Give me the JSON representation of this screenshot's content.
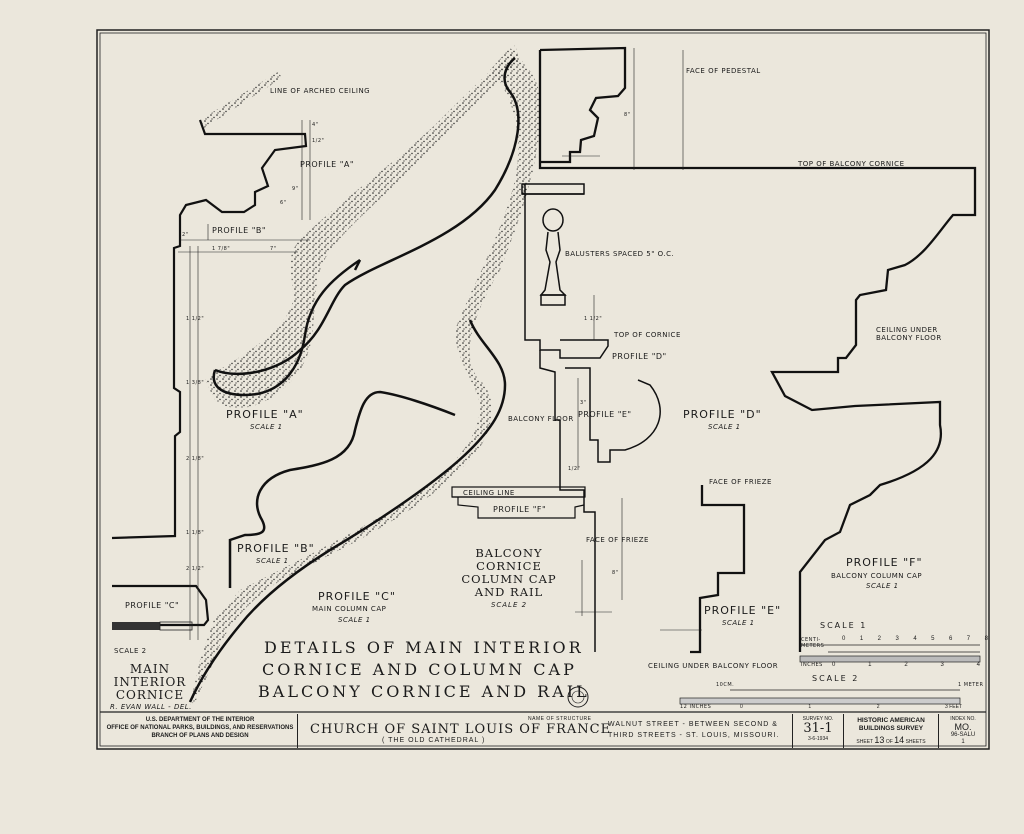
{
  "drawing": {
    "profile_labels": {
      "a_small": "PROFILE \"A\"",
      "b_small": "PROFILE \"B\"",
      "c_small": "PROFILE \"C\"",
      "d_small": "PROFILE \"D\"",
      "e_small": "PROFILE \"E\"",
      "f_small": "PROFILE \"F\"",
      "a_big": "PROFILE \"A\"",
      "b_big": "PROFILE \"B\"",
      "c_big": "PROFILE \"C\"",
      "d_big": "PROFILE \"D\"",
      "e_big": "PROFILE \"E\"",
      "f_big": "PROFILE \"F\""
    },
    "scale_notes": {
      "a": "SCALE 1",
      "b": "SCALE 1",
      "c": "SCALE 1",
      "d": "SCALE 1",
      "e": "SCALE 1",
      "f": "SCALE 1",
      "main_cornice": "SCALE 2",
      "balcony": "SCALE 2"
    },
    "sub_notes": {
      "c": "MAIN COLUMN CAP",
      "f": "BALCONY COLUMN CAP"
    },
    "notes": {
      "arched_ceiling": "LINE OF ARCHED CEILING",
      "face_pedestal": "FACE OF PEDESTAL",
      "top_balcony_cornice": "TOP OF BALCONY CORNICE",
      "balusters": "BALUSTERS SPACED 5\" O.C.",
      "top_cornice": "TOP OF CORNICE",
      "ceiling_under_balcony": "CEILING UNDER BALCONY FLOOR",
      "balcony_floor": "BALCONY FLOOR",
      "ceiling_line": "CEILING LINE",
      "face_frieze_1": "FACE OF FRIEZE",
      "face_frieze_2": "FACE OF FRIEZE",
      "ceiling_under_balcony_2": "CEILING UNDER BALCONY FLOOR"
    },
    "section_titles": {
      "main_interior_cornice": [
        "MAIN",
        "INTERIOR",
        "CORNICE"
      ],
      "balcony": [
        "BALCONY CORNICE",
        "COLUMN CAP",
        "AND RAIL"
      ]
    },
    "heading": [
      "DETAILS OF MAIN INTERIOR",
      "CORNICE AND COLUMN CAP",
      "BALCONY CORNICE AND RAIL"
    ],
    "delineator": "R. EVAN WALL - DEL.",
    "scales": {
      "scale1": "SCALE 1",
      "scale2": "SCALE 2",
      "cm_label": "CENTI- METERS",
      "in_label": "INCHES",
      "cm_ticks": [
        "0",
        "1",
        "2",
        "3",
        "4",
        "5",
        "6",
        "7",
        "8"
      ],
      "in_ticks": [
        "0",
        "1",
        "2",
        "3",
        "4"
      ],
      "dm_label": "10CM.",
      "meter_label": "1 METER",
      "twelve_in": "12 INCHES",
      "feet_ticks": [
        "0",
        "1",
        "2",
        "3 FEET"
      ]
    },
    "dimensions": [
      "4\"",
      "1/2\"",
      "6\"",
      "9\"",
      "1 7/8\"",
      "2\"",
      "1 3/8\"",
      "7\"",
      "1 1/2\"",
      "2 1/8\"",
      "2 1/2\"",
      "1 1/8\"",
      "8\"",
      "1 1/2\"",
      "8\"",
      "3\"",
      "1/2\""
    ]
  },
  "title_block": {
    "agency": [
      "U.S. DEPARTMENT OF THE INTERIOR",
      "OFFICE OF NATIONAL PARKS, BUILDINGS, AND RESERVATIONS",
      "BRANCH OF PLANS AND DESIGN"
    ],
    "name_caption": "NAME OF STRUCTURE",
    "structure_name": "CHURCH OF SAINT LOUIS OF FRANCE",
    "structure_subname": "( THE OLD CATHEDRAL )",
    "location": [
      "WALNUT STREET - BETWEEN SECOND &",
      "THIRD STREETS - ST. LOUIS, MISSOURI."
    ],
    "survey_caption": "SURVEY NO.",
    "survey_no": "31-1",
    "survey_date": "3-6-1934",
    "habs": [
      "HISTORIC AMERICAN",
      "BUILDINGS SURVEY"
    ],
    "sheet_label": "SHEET",
    "sheet_no": "13",
    "sheet_of": "OF",
    "sheet_total": "14",
    "sheets_word": "SHEETS",
    "index_caption": "INDEX NO.",
    "index_no": "MO.",
    "index_sub": "96-SALU",
    "index_last": "1"
  },
  "colors": {
    "paper": "#ebe7dc",
    "ink": "#1b1b1b"
  }
}
